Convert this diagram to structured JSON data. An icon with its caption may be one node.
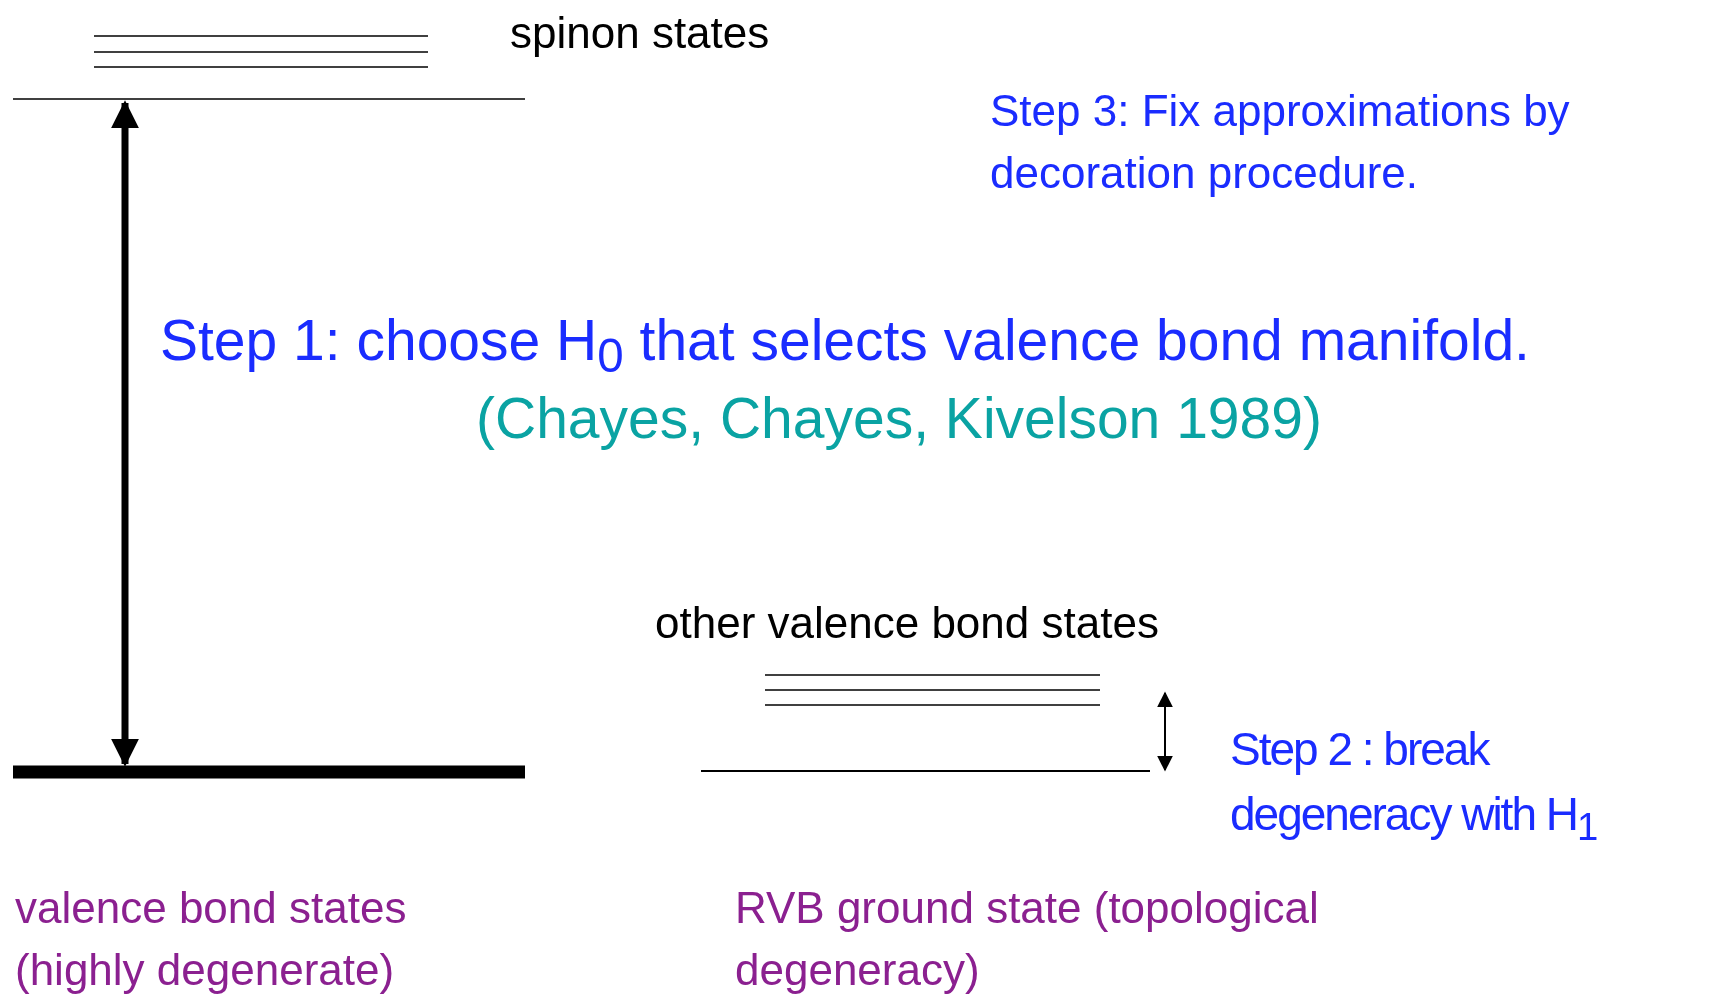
{
  "diagram": {
    "labels": [
      "spinon states",
      "Step 3:  Fix approximations by decoration procedure.",
      "Step 1: choose H$_{0}$ that selects valence bond manifold.",
      "(Chayes, Chayes, Kivelson 1989)",
      "other valence bond states",
      "Step 2 : break degeneracy with H$_{1}$",
      "valence bond states (highly degenerate)",
      "RVB ground state (topological degeneracy)"
    ]
  }
}
